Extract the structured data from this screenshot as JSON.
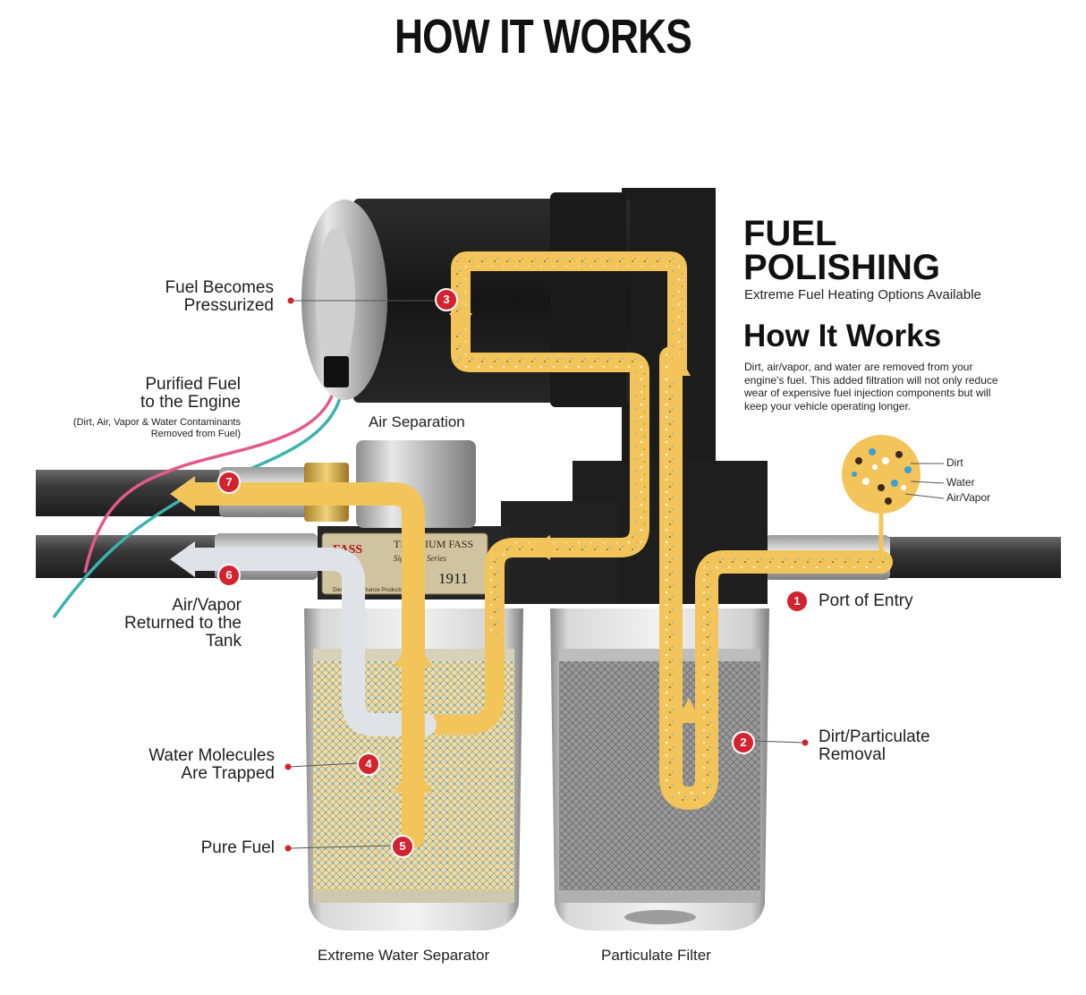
{
  "title": "HOW IT WORKS",
  "panel": {
    "heading": "FUEL POLISHING",
    "heading_line1": "FUEL",
    "heading_line2": "POLISHING",
    "subheading": "Extreme Fuel Heating Options Available",
    "section_title": "How It Works",
    "description": "Dirt, air/vapor, and water are removed from your engine's fuel. This added filtration will not only reduce wear of expensive fuel injection components but will keep your vehicle operating longer."
  },
  "legend": {
    "items": [
      "Dirt",
      "Water",
      "Air/Vapor"
    ]
  },
  "steps": [
    {
      "num": "1",
      "label": "Port of Entry"
    },
    {
      "num": "2",
      "label": "Dirt/Particulate Removal",
      "line1": "Dirt/Particulate",
      "line2": "Removal"
    },
    {
      "num": "3",
      "label": "Fuel Becomes Pressurized",
      "line1": "Fuel Becomes",
      "line2": "Pressurized"
    },
    {
      "num": "4",
      "label": "Water Molecules Are Trapped",
      "line1": "Water Molecules",
      "line2": "Are Trapped"
    },
    {
      "num": "5",
      "label": "Pure Fuel"
    },
    {
      "num": "6",
      "label": "Air/Vapor Returned to the Tank",
      "line1": "Air/Vapor",
      "line2": "Returned to the",
      "line3": "Tank"
    },
    {
      "num": "7",
      "label": "Purified Fuel to the Engine",
      "line1": "Purified Fuel",
      "line2": "to the Engine",
      "note1": "(Dirt, Air, Vapor & Water Contaminants",
      "note2": "Removed from Fuel)"
    }
  ],
  "labels": {
    "air_separation": "Air Separation",
    "water_separator": "Extreme Water Separator",
    "particulate_filter": "Particulate Filter"
  },
  "product_plate": {
    "brand": "FASS",
    "line1": "TITANIUM FASS",
    "line2": "Signature Series",
    "model": "1911",
    "maker": "Diesel Performance Products, Inc."
  },
  "colors": {
    "fuel_flow": "#f3c45a",
    "air_flow": "#dfe3e8",
    "badge": "#d2232f",
    "pump_body": "#1f1f1f",
    "dirt": "#3a2a1e",
    "water": "#3aa0d8",
    "air": "#ffffff"
  }
}
